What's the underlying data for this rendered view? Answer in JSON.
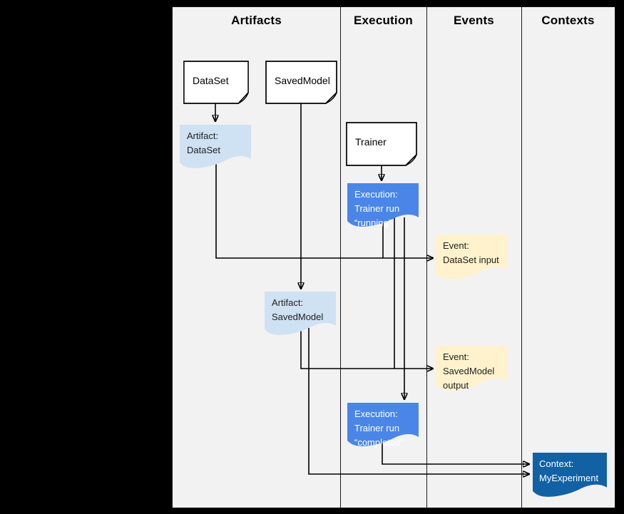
{
  "lanes": [
    {
      "label": "Artifacts"
    },
    {
      "label": "Execution"
    },
    {
      "label": "Events"
    },
    {
      "label": "Contexts"
    }
  ],
  "nodes": {
    "dataset": {
      "label": "DataSet"
    },
    "savedmodel": {
      "label": "SavedModel"
    },
    "trainer": {
      "label": "Trainer"
    },
    "artifact_dataset": {
      "label": "Artifact:\nDataSet"
    },
    "artifact_savedmodel": {
      "label": "Artifact:\nSavedModel"
    },
    "execution_running": {
      "label": "Execution:\nTrainer run\n“running”"
    },
    "execution_completed": {
      "label": "Execution:\nTrainer run\n“completed”"
    },
    "event_dataset_input": {
      "label": "Event:\nDataSet input"
    },
    "event_savedmodel_output": {
      "label": "Event:\nSavedModel\noutput"
    },
    "context_myexperiment": {
      "label": "Context:\nMyExperiment"
    }
  },
  "edges": [
    {
      "from": "DataSet",
      "to": "Artifact: DataSet"
    },
    {
      "from": "SavedModel",
      "to": "Artifact: SavedModel"
    },
    {
      "from": "Trainer",
      "to": "Execution: Trainer run “running”"
    },
    {
      "from": "Artifact: DataSet",
      "to": "Event: DataSet input"
    },
    {
      "from": "Execution: Trainer run “running”",
      "to": "Event: DataSet input"
    },
    {
      "from": "Artifact: SavedModel",
      "to": "Event: SavedModel output"
    },
    {
      "from": "Execution: Trainer run “running”",
      "to": "Event: SavedModel output"
    },
    {
      "from": "Execution: Trainer run “running”",
      "to": "Execution: Trainer run “completed”"
    },
    {
      "from": "Execution: Trainer run “completed”",
      "to": "Context: MyExperiment"
    },
    {
      "from": "Artifact: SavedModel",
      "to": "Context: MyExperiment"
    }
  ],
  "colors": {
    "canvas_bg": "#000000",
    "lane_bg": "#f2f2f2",
    "line": "#000000",
    "type_box_fill": "#ffffff",
    "fold_fill": "#e2e2e2",
    "artifact_fill": "#cfe2f3",
    "execution_fill": "#4a86e8",
    "event_fill": "#fff2cc",
    "context_fill": "#1261a5"
  }
}
